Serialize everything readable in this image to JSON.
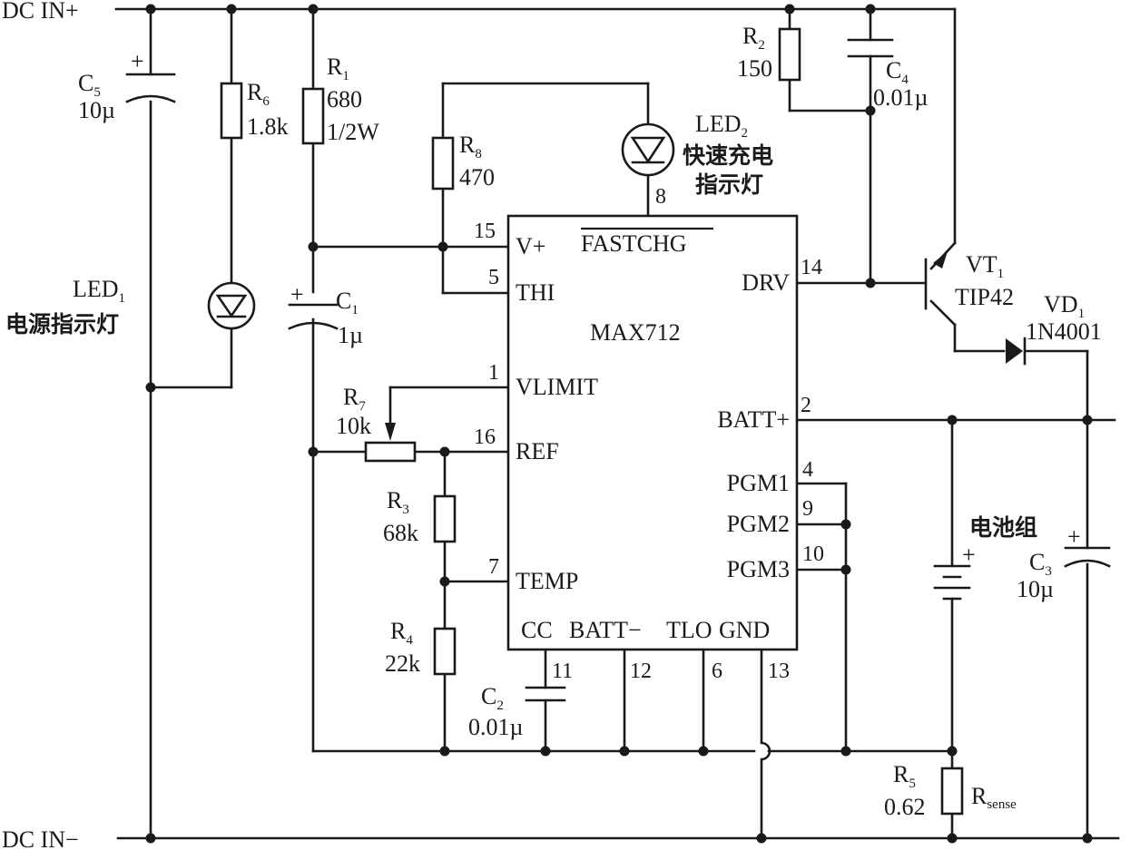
{
  "rails": {
    "positive": "DC IN+",
    "negative": "DC IN−"
  },
  "ic": {
    "name": "MAX712",
    "pins": [
      {
        "num": "15",
        "label": "V+"
      },
      {
        "num": "5",
        "label": "THI"
      },
      {
        "num": "1",
        "label": "VLIMIT"
      },
      {
        "num": "16",
        "label": "REF"
      },
      {
        "num": "7",
        "label": "TEMP"
      },
      {
        "num": "8",
        "label": "FASTCHG"
      },
      {
        "num": "14",
        "label": "DRV"
      },
      {
        "num": "2",
        "label": "BATT+"
      },
      {
        "num": "4",
        "label": "PGM1"
      },
      {
        "num": "9",
        "label": "PGM2"
      },
      {
        "num": "10",
        "label": "PGM3"
      },
      {
        "num": "11",
        "label": "CC"
      },
      {
        "num": "12",
        "label": "BATT−"
      },
      {
        "num": "6",
        "label": "TLO"
      },
      {
        "num": "13",
        "label": "GND"
      }
    ]
  },
  "components": {
    "c5": {
      "ref": "C",
      "sub": "5",
      "value": "10µ"
    },
    "r6": {
      "ref": "R",
      "sub": "6",
      "value": "1.8k"
    },
    "r1": {
      "ref": "R",
      "sub": "1",
      "value": "680",
      "value2": "1/2W"
    },
    "r8": {
      "ref": "R",
      "sub": "8",
      "value": "470"
    },
    "led2": {
      "ref": "LED",
      "sub": "2",
      "desc": "快速充电",
      "desc2": "指示灯"
    },
    "led1": {
      "ref": "LED",
      "sub": "1",
      "desc": "电源指示灯"
    },
    "c1": {
      "ref": "C",
      "sub": "1",
      "value": "1µ"
    },
    "r7": {
      "ref": "R",
      "sub": "7",
      "value": "10k"
    },
    "r3": {
      "ref": "R",
      "sub": "3",
      "value": "68k"
    },
    "r4": {
      "ref": "R",
      "sub": "4",
      "value": "22k"
    },
    "c2": {
      "ref": "C",
      "sub": "2",
      "value": "0.01µ"
    },
    "r2": {
      "ref": "R",
      "sub": "2",
      "value": "150"
    },
    "c4": {
      "ref": "C",
      "sub": "4",
      "value": "0.01µ"
    },
    "vt1": {
      "ref": "VT",
      "sub": "1",
      "value": "TIP42"
    },
    "vd1": {
      "ref": "VD",
      "sub": "1",
      "value": "1N4001"
    },
    "battery": {
      "desc": "电池组",
      "plus": "+"
    },
    "c3": {
      "ref": "C",
      "sub": "3",
      "value": "10µ"
    },
    "r5": {
      "ref": "R",
      "sub": "5",
      "value": "0.62",
      "sense": "R",
      "sense_sub": "sense"
    }
  },
  "polarity_mark": "+"
}
